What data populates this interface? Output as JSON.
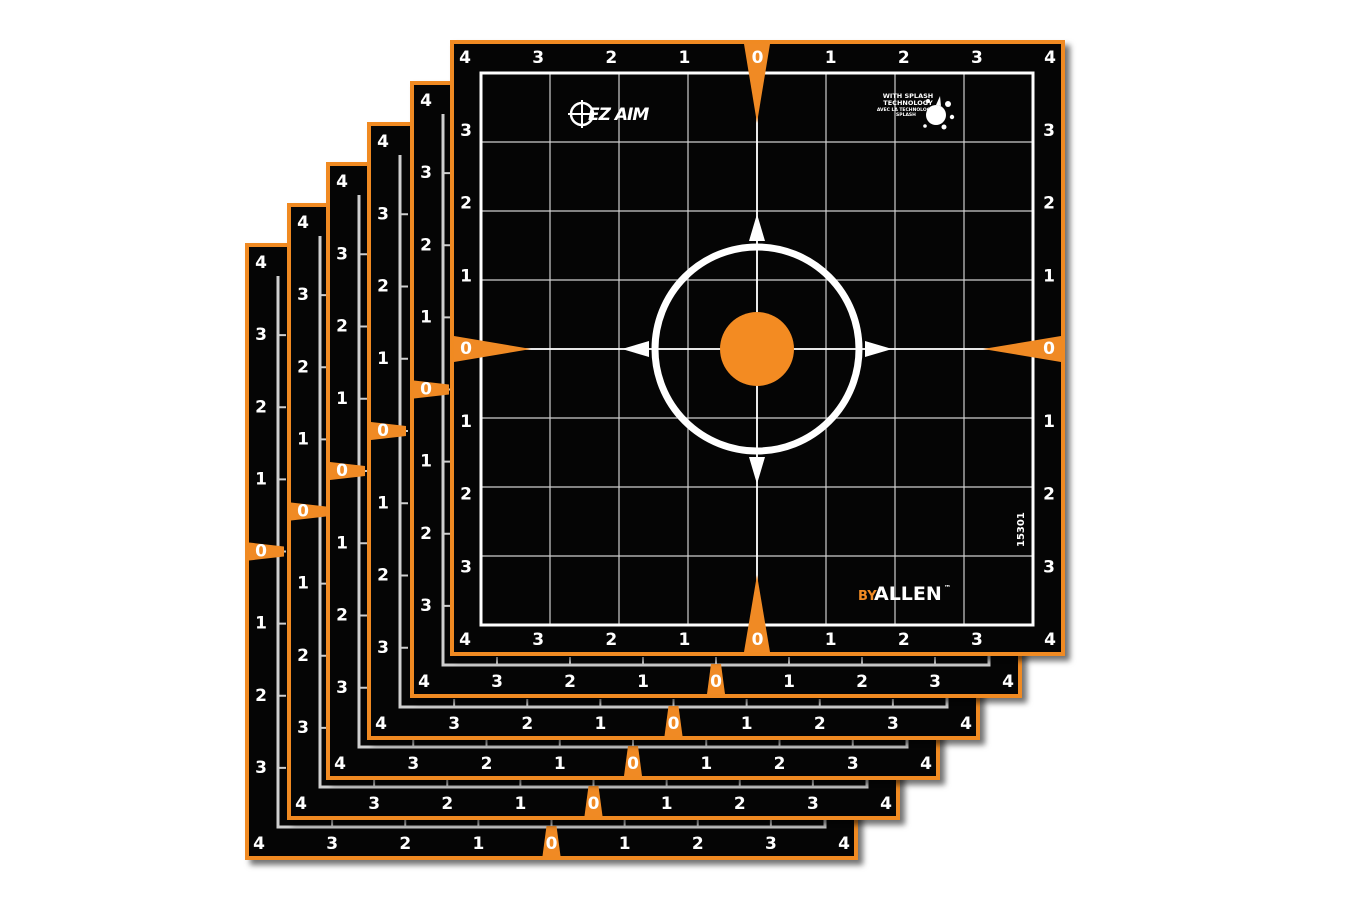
{
  "colors": {
    "background": "#ffffff",
    "target_face": "#050505",
    "frame_orange": "#f08a24",
    "grid_line": "#cfcfcf",
    "text_white": "#ffffff",
    "bullseye": "#f38b22"
  },
  "stack": {
    "sheet_count": 6
  },
  "scale": {
    "top_labels": [
      "4",
      "3",
      "2",
      "1",
      "0",
      "1",
      "2",
      "3",
      "4"
    ],
    "side_labels": [
      "4",
      "3",
      "2",
      "1",
      "0",
      "1",
      "2",
      "3",
      "4"
    ]
  },
  "branding": {
    "logo_text": "EZ AIM",
    "splash_badge_line1": "WITH SPLASH",
    "splash_badge_line2": "TECHNOLOGY",
    "splash_badge_line3": "AVEC LA TECHNOLOGIE",
    "splash_badge_line4": "SPLASH",
    "maker_by": "BY",
    "maker_name": "ALLEN",
    "trademark": "™",
    "product_code": "15301"
  },
  "icons": {
    "logo": "crosshair-logo-icon",
    "splash": "paint-splash-icon",
    "reticle": "reticle-ring-icon"
  }
}
